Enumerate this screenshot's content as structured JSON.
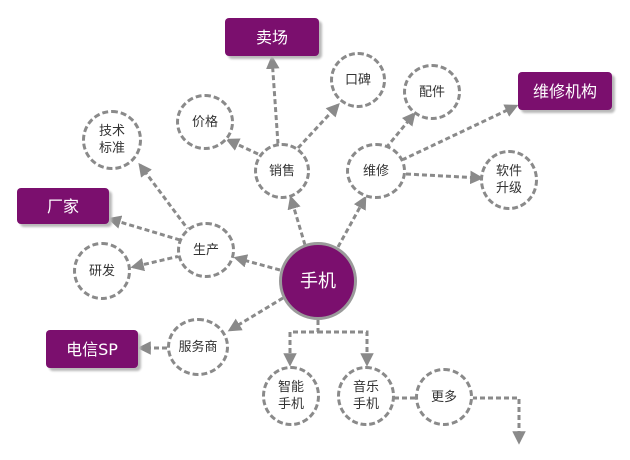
{
  "colors": {
    "accent": "#7b0f6e",
    "link": "#8a8a8a"
  },
  "nodes": {
    "phone": "手机",
    "sales": "销售",
    "repair": "维修",
    "production": "生产",
    "service_provider": "服务商",
    "mall": "卖场",
    "price": "价格",
    "reputation": "口碑",
    "parts": "配件",
    "repair_org": "维修机构",
    "software_upgrade": "软件\n升级",
    "tech_standard": "技术\n标准",
    "manufacturer": "厂家",
    "rnd": "研发",
    "telecom_sp": "电信SP",
    "smartphone": "智能\n手机",
    "music_phone": "音乐\n手机",
    "more": "更多"
  }
}
